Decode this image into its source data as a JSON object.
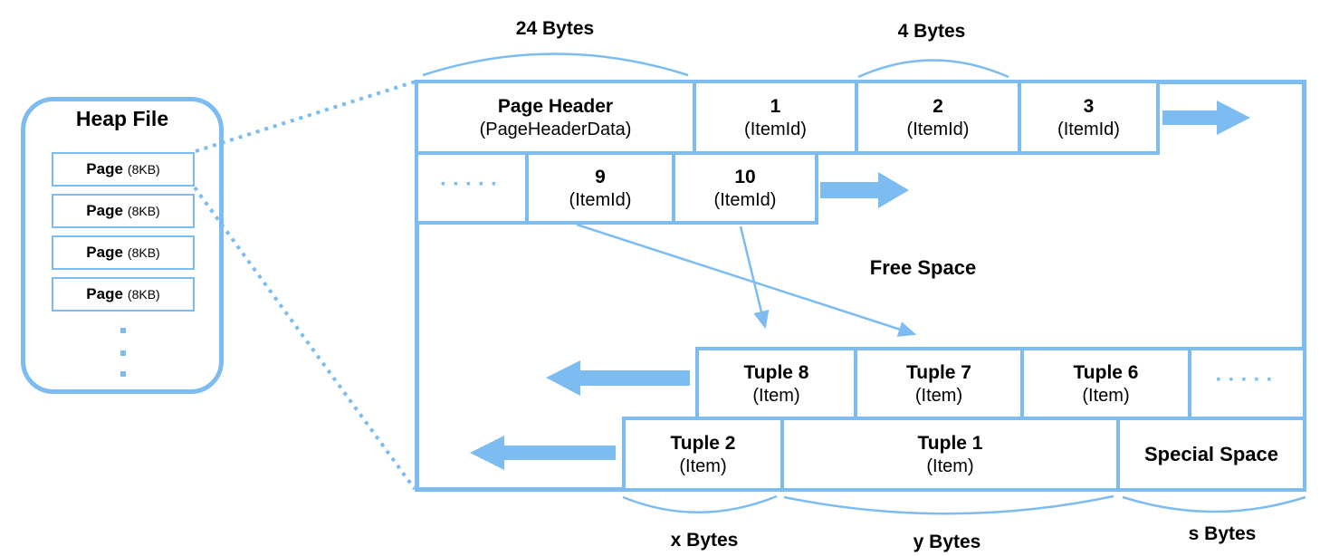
{
  "colors": {
    "accent": "#7CBCF0",
    "text": "#000000",
    "background": "#FFFFFF"
  },
  "heap_file": {
    "title": "Heap File",
    "pages": [
      {
        "name": "Page",
        "size": "(8KB)"
      },
      {
        "name": "Page",
        "size": "(8KB)"
      },
      {
        "name": "Page",
        "size": "(8KB)"
      },
      {
        "name": "Page",
        "size": "(8KB)"
      }
    ]
  },
  "page": {
    "header": {
      "title": "Page Header",
      "subtitle": "(PageHeaderData)"
    },
    "item_row_1": [
      {
        "num": "1",
        "type": "(ItemId)"
      },
      {
        "num": "2",
        "type": "(ItemId)"
      },
      {
        "num": "3",
        "type": "(ItemId)"
      }
    ],
    "item_row_2": {
      "ellipsis": "·····",
      "items": [
        {
          "num": "9",
          "type": "(ItemId)"
        },
        {
          "num": "10",
          "type": "(ItemId)"
        }
      ]
    },
    "free_space": "Free Space",
    "tuple_row_1": {
      "tuples": [
        {
          "name": "Tuple 8",
          "type": "(Item)"
        },
        {
          "name": "Tuple 7",
          "type": "(Item)"
        },
        {
          "name": "Tuple 6",
          "type": "(Item)"
        }
      ],
      "ellipsis": "·····"
    },
    "tuple_row_2": [
      {
        "name": "Tuple 2",
        "type": "(Item)"
      },
      {
        "name": "Tuple 1",
        "type": "(Item)"
      }
    ],
    "special_space": "Special Space"
  },
  "annotations": {
    "header_size": "24 Bytes",
    "item_id_size": "4 Bytes",
    "tuple2_size": "x Bytes",
    "tuple1_size": "y Bytes",
    "special_size": "s Bytes"
  }
}
